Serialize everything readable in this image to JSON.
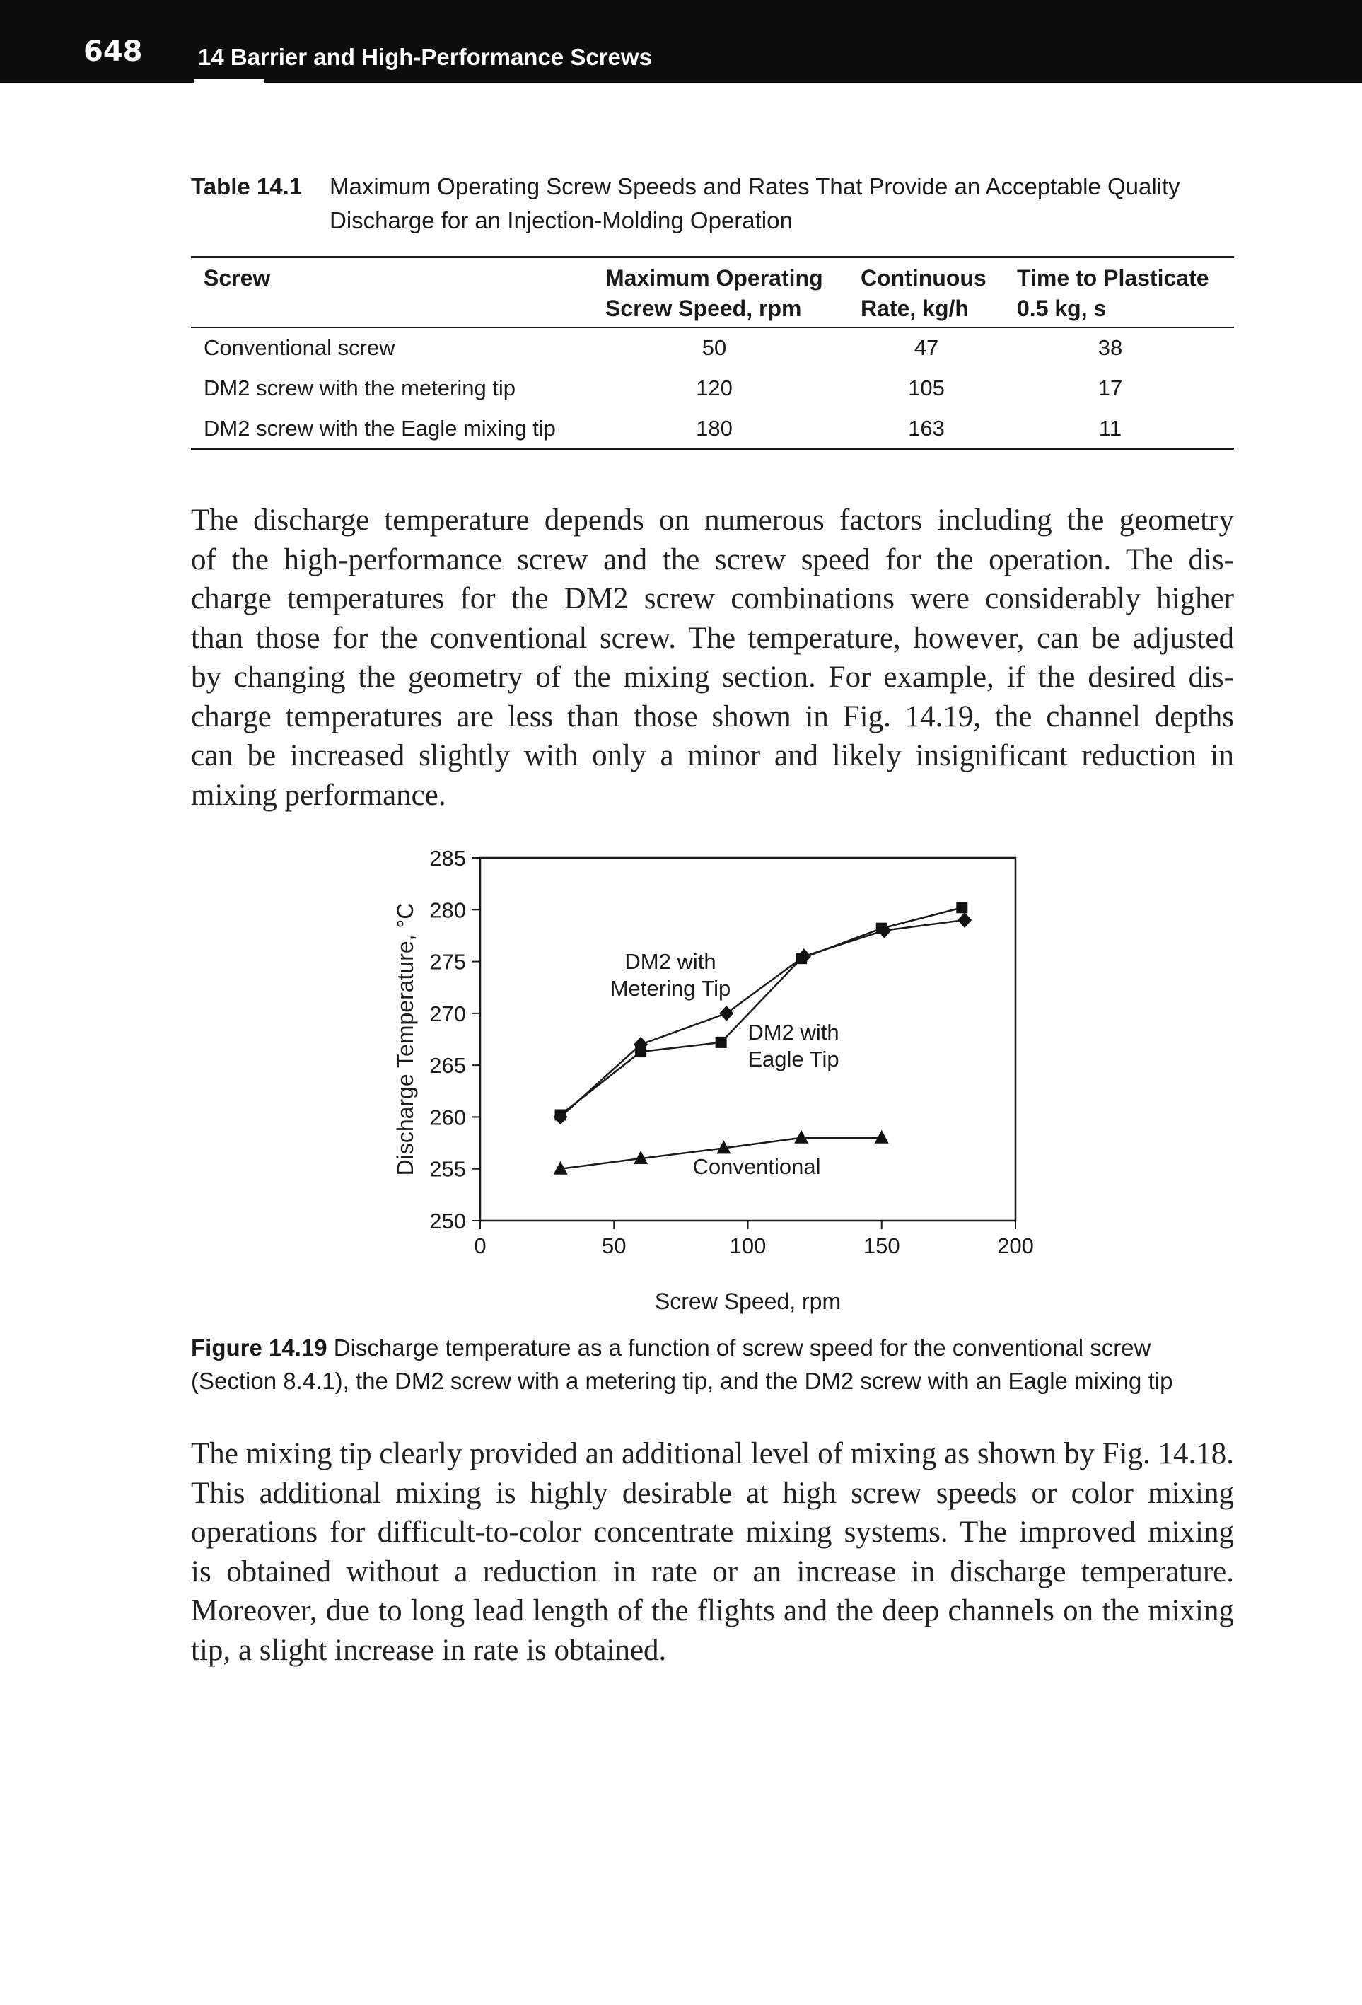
{
  "header": {
    "page_number": "648",
    "chapter_title": "14 Barrier and High-Performance Screws"
  },
  "table": {
    "caption_label": "Table 14.1",
    "caption_line1": "Maximum Operating Screw Speeds and Rates That Provide an Acceptable Quality",
    "caption_line2": "Discharge for an Injection-Molding Operation",
    "columns": [
      {
        "line1": "Screw",
        "line2": ""
      },
      {
        "line1": "Maximum Operating",
        "line2": "Screw Speed, rpm"
      },
      {
        "line1": "Continuous",
        "line2": "Rate, kg/h"
      },
      {
        "line1": "Time to Plasticate",
        "line2": "0.5 kg, s"
      }
    ],
    "rows": [
      {
        "screw": "Conventional screw",
        "speed": "50",
        "rate": "47",
        "time": "38"
      },
      {
        "screw": "DM2 screw with the metering tip",
        "speed": "120",
        "rate": "105",
        "time": "17"
      },
      {
        "screw": "DM2 screw with the Eagle mixing tip",
        "speed": "180",
        "rate": "163",
        "time": "11"
      }
    ]
  },
  "paragraph1": [
    "The discharge temperature depends on numerous factors including the geometry",
    "of the high-performance screw and the screw speed for the operation. The dis-",
    "charge temperatures for the DM2 screw combinations were considerably higher",
    "than those for the conventional screw. The temperature, however, can be adjusted",
    "by changing the geometry of the mixing section. For example, if the desired dis-",
    "charge temperatures are less than those shown in Fig. 14.19, the channel depths",
    "can be increased slightly with only a minor and likely insignificant reduction in",
    "mixing performance."
  ],
  "figure": {
    "caption_label": "Figure 14.19",
    "caption_line1": "Discharge temperature as a function of screw speed for the conventional screw",
    "caption_line2": "(Section 8.4.1), the DM2 screw with a metering tip, and the DM2 screw with an Eagle mixing tip"
  },
  "chart_data": {
    "type": "line",
    "title": "",
    "xlabel": "Screw Speed, rpm",
    "ylabel": "Discharge Temperature, °C",
    "xlim": [
      0,
      200
    ],
    "ylim": [
      250,
      285
    ],
    "xticks": [
      0,
      50,
      100,
      150,
      200
    ],
    "yticks": [
      250,
      255,
      260,
      265,
      270,
      275,
      280,
      285
    ],
    "grid": false,
    "series": [
      {
        "name": "DM2 with Metering Tip",
        "marker": "diamond",
        "x": [
          30,
          60,
          92,
          121,
          151,
          181
        ],
        "y": [
          260,
          267,
          270,
          275.5,
          278,
          279
        ],
        "annotation": [
          "DM2 with",
          "Metering Tip"
        ]
      },
      {
        "name": "DM2 with Eagle Tip",
        "marker": "square",
        "x": [
          30,
          60,
          90,
          120,
          150,
          180
        ],
        "y": [
          260.2,
          266.3,
          267.2,
          275.3,
          278.2,
          280.2
        ],
        "annotation": [
          "DM2 with",
          "Eagle Tip"
        ]
      },
      {
        "name": "Conventional",
        "marker": "triangle",
        "x": [
          30,
          60,
          91,
          120,
          150
        ],
        "y": [
          255,
          256,
          257,
          258,
          258
        ],
        "annotation": [
          "Conventional"
        ]
      }
    ]
  },
  "paragraph2": [
    "The mixing tip clearly provided an additional level of mixing as shown by Fig. 14.18.",
    "This additional mixing is highly desirable at high screw speeds or color mixing",
    "operations for difficult-to-color concentrate mixing systems. The improved mixing",
    "is obtained without a reduction in rate or an increase in discharge temperature.",
    "Moreover, due to long lead length of the flights and the deep channels on the mixing",
    "tip, a slight increase in rate is obtained."
  ]
}
